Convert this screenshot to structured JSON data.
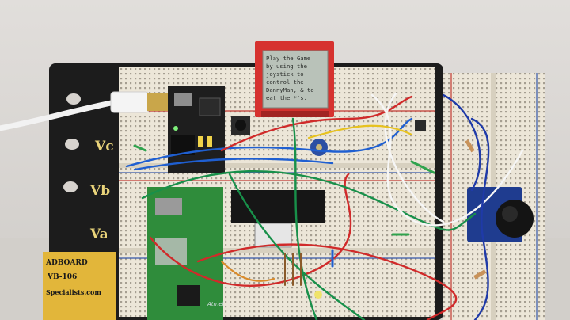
{
  "scene": {
    "board_labels": {
      "va": "Va",
      "vb": "Vb",
      "vc": "Vc"
    },
    "brand": {
      "line1": "ADBOARD",
      "line2": "VB-106",
      "line3": "Specialists.com"
    },
    "lcd_lines": [
      "Play the Game",
      "by using the",
      "joystick to",
      "control the",
      "DannyMan, & to",
      "eat the *'s."
    ],
    "chip_text": "Atmel",
    "colors": {
      "wall": "#d9d6d2",
      "board_base": "#1c1c1c",
      "breadboard": "#ece6d8",
      "pcb_green": "#2f8c3b",
      "lcd_red": "#d6322f",
      "lcd_screen": "#b9c2b9",
      "joystick_blue": "#1f3c8f"
    }
  }
}
